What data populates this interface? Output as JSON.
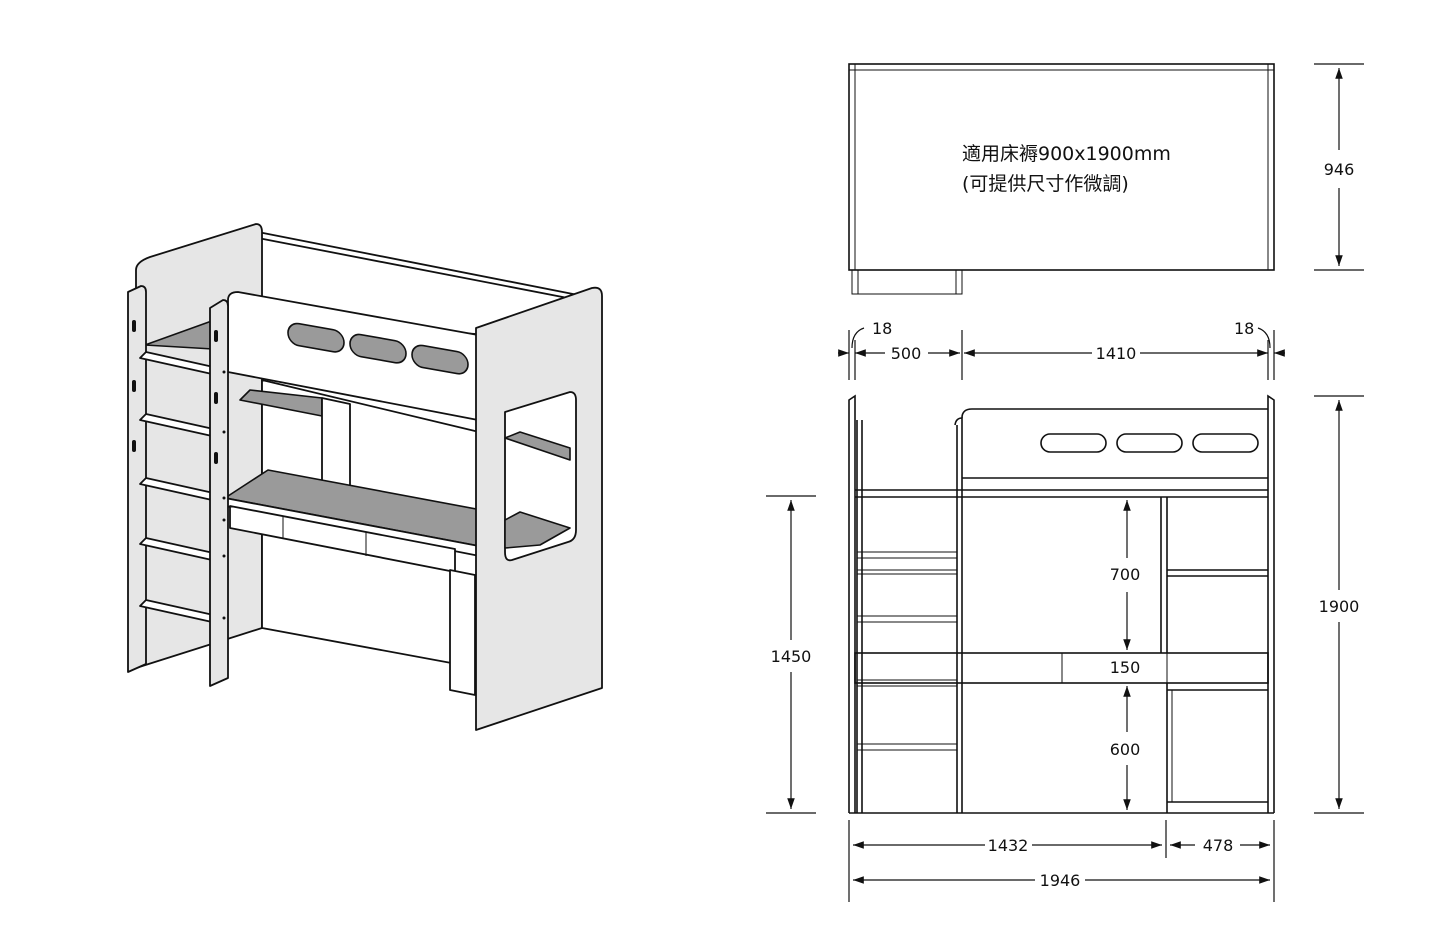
{
  "plan_view": {
    "note_line1": "適用床褥900x1900mm",
    "note_line2": "(可提供尺寸作微調)",
    "depth": "946"
  },
  "top_dimensions": {
    "left_thickness": "18",
    "right_thickness": "18",
    "ladder_width": "500",
    "bed_span": "1410"
  },
  "front_view": {
    "total_height_left": "1450",
    "total_height_right": "1900",
    "upper_gap": "700",
    "drawer_height": "150",
    "lower_gap": "600",
    "desk_width": "1432",
    "cabinet_width": "478",
    "overall_width": "1946"
  }
}
